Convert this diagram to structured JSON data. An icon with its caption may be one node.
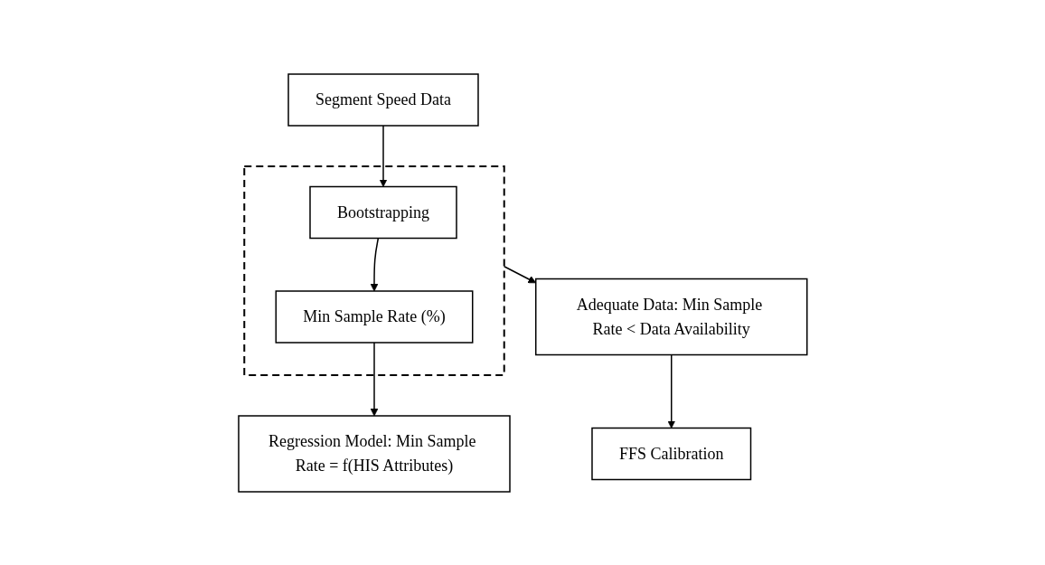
{
  "diagram": {
    "nodes": [
      {
        "text": [
          "Segment Speed Data"
        ]
      },
      {
        "text": [],
        "shape": "box"
      },
      {
        "text": [
          "Bootstrapping"
        ],
        "in": 1
      },
      {
        "text": [
          "Min Sample Rate (%)"
        ],
        "in": 1
      },
      {
        "text": [
          "Regression Model: Min Sample Rate = f(HIS Attributes)"
        ]
      },
      {
        "text": [
          "Adequate Data: Min Sample Rate < Data Availability"
        ]
      },
      {
        "text": [
          "FFS Calibration"
        ]
      }
    ],
    "edges": [
      {
        "from": 0,
        "to": 2,
        "arrow": "to"
      },
      {
        "from": 2,
        "to": 3,
        "arrow": "to"
      },
      {
        "from": 3,
        "to": 4,
        "arrow": "to"
      },
      {
        "from": 1,
        "to": 5,
        "arrow": "to"
      },
      {
        "from": 5,
        "to": 6,
        "arrow": "to"
      }
    ]
  }
}
